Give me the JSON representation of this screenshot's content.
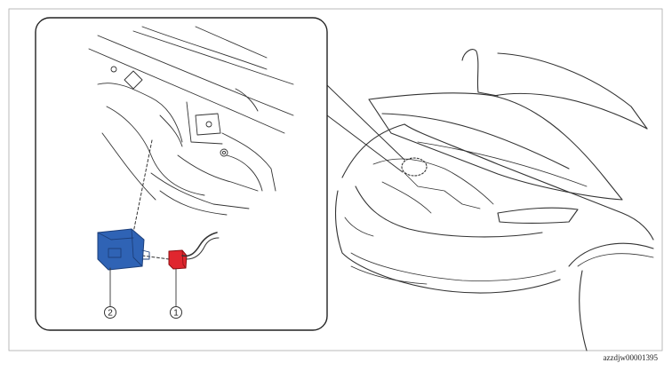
{
  "figure": {
    "code": "azzdjw00001395",
    "callouts": [
      {
        "number": "2",
        "part_color": "#2f63b5"
      },
      {
        "number": "1",
        "part_color": "#e0262e"
      }
    ]
  }
}
